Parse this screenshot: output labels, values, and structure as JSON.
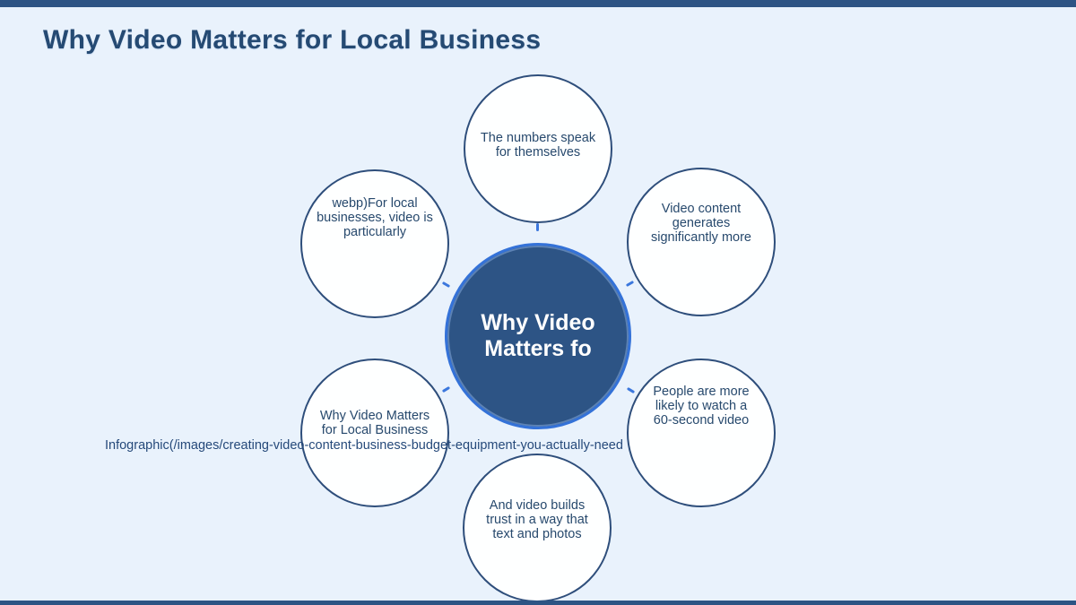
{
  "page": {
    "title": "Why Video Matters for Local Business"
  },
  "colors": {
    "background": "#e9f2fc",
    "bar": "#2d5484",
    "accent_ring": "#3472d8",
    "center_fill": "#2d5485",
    "node_border": "#2e4e7b",
    "node_fill": "#ffffff",
    "text": "#27496d",
    "connector": "#3b77dd"
  },
  "diagram": {
    "center": {
      "label": "Why Video\nMatters fo"
    },
    "nodes": [
      {
        "id": "top",
        "label": "The numbers speak\nfor themselves"
      },
      {
        "id": "top-right",
        "label": "Video content\ngenerates\nsignificantly more"
      },
      {
        "id": "bottom-right",
        "label": "People are more\nlikely to watch a\n60-second video"
      },
      {
        "id": "bottom",
        "label": "And video builds\ntrust in a way that\ntext and photos"
      },
      {
        "id": "bottom-left",
        "label": "Why Video Matters\nfor Local Business"
      },
      {
        "id": "top-left",
        "label": "webp)For local\nbusinesses, video is\nparticularly"
      }
    ],
    "overlay_text": "Infographic(/images/creating-video-content-business-budget-equipment-you-actually-need"
  }
}
